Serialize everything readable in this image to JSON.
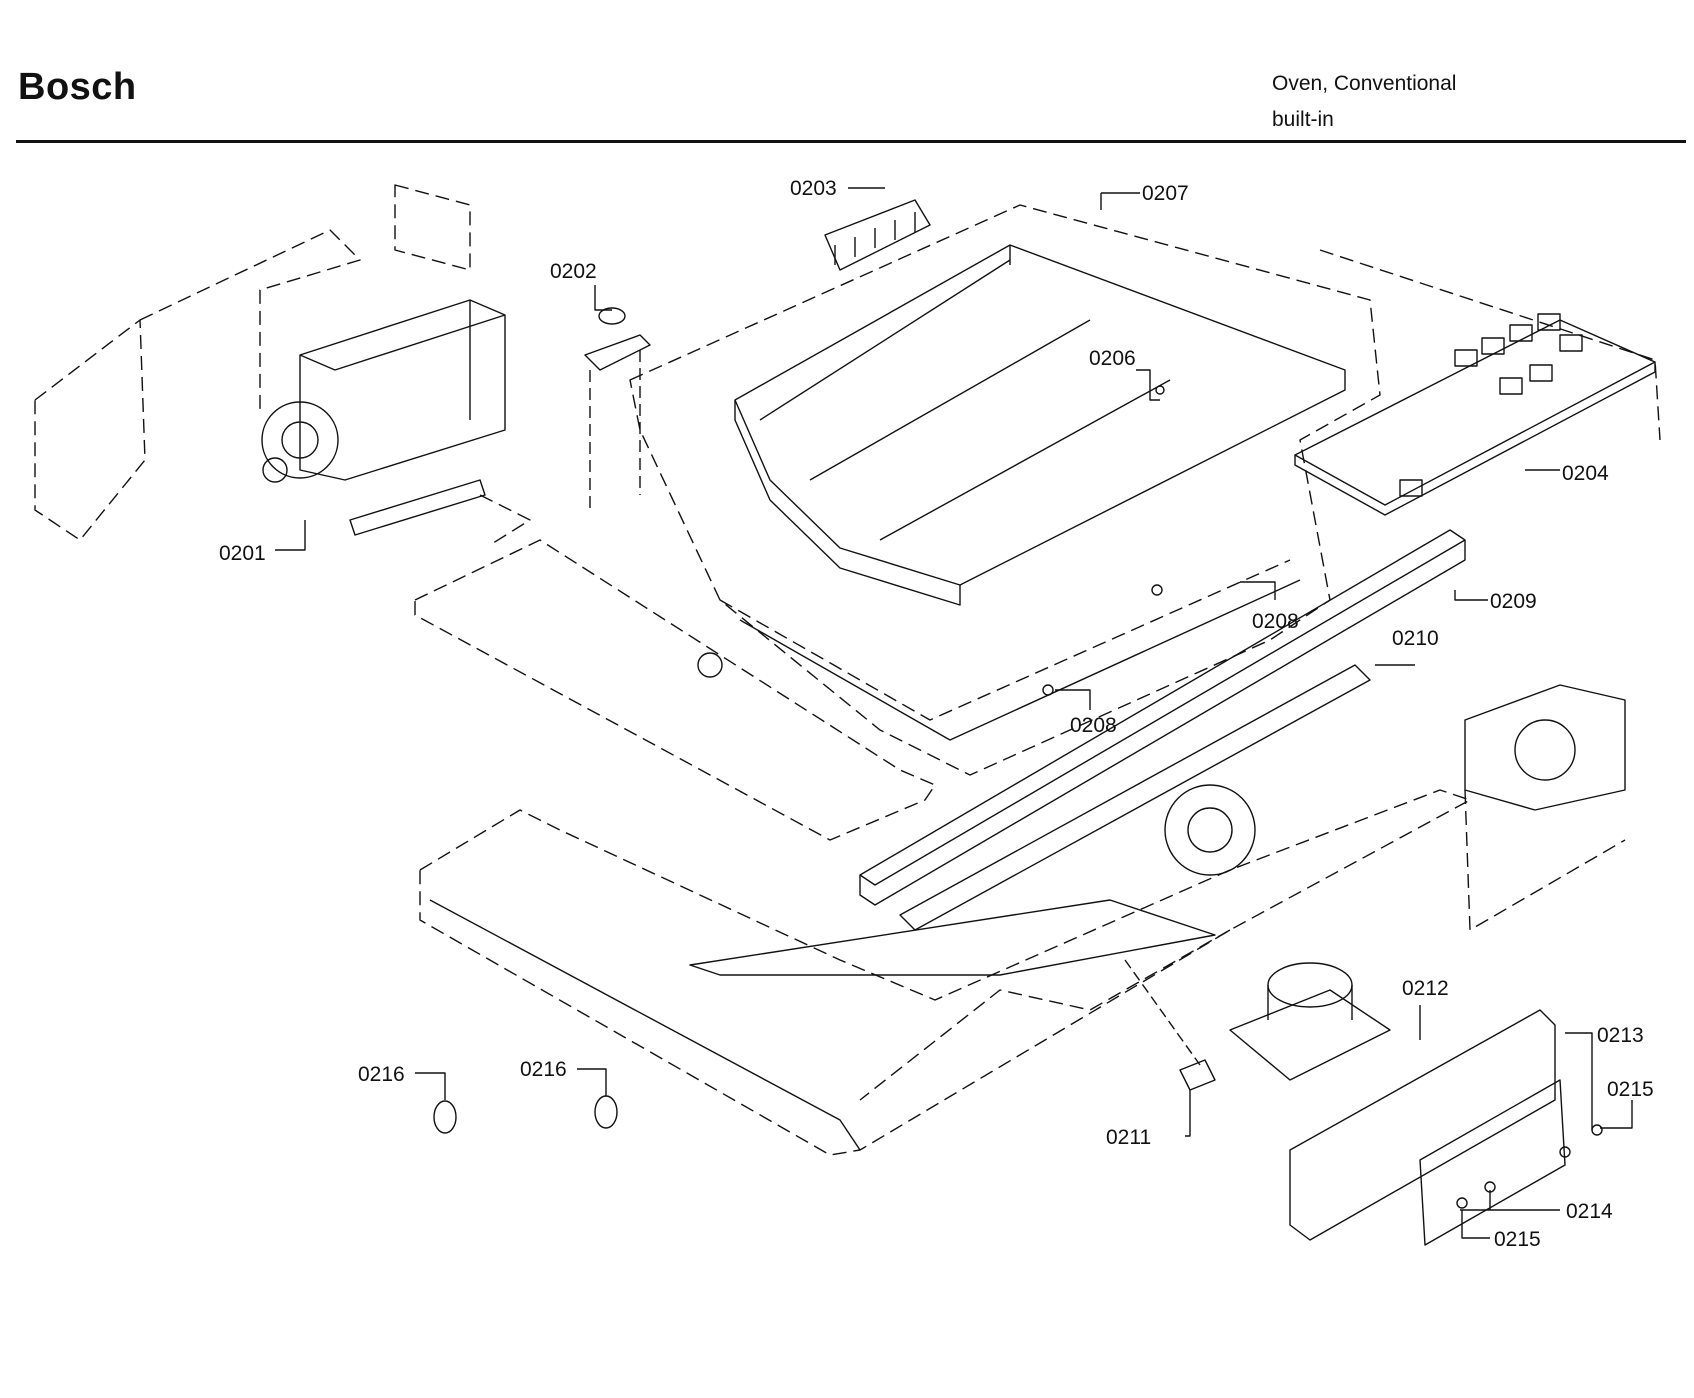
{
  "header": {
    "brand": "Bosch",
    "product_line1": "Oven, Conventional",
    "product_line2": "built-in"
  },
  "callouts": [
    {
      "id": "c0201",
      "label": "0201"
    },
    {
      "id": "c0202",
      "label": "0202"
    },
    {
      "id": "c0203",
      "label": "0203"
    },
    {
      "id": "c0204",
      "label": "0204"
    },
    {
      "id": "c0206",
      "label": "0206"
    },
    {
      "id": "c0207",
      "label": "0207"
    },
    {
      "id": "c0208a",
      "label": "0208"
    },
    {
      "id": "c0208b",
      "label": "0208"
    },
    {
      "id": "c0209",
      "label": "0209"
    },
    {
      "id": "c0210",
      "label": "0210"
    },
    {
      "id": "c0211",
      "label": "0211"
    },
    {
      "id": "c0212",
      "label": "0212"
    },
    {
      "id": "c0213",
      "label": "0213"
    },
    {
      "id": "c0214",
      "label": "0214"
    },
    {
      "id": "c0215a",
      "label": "0215"
    },
    {
      "id": "c0215b",
      "label": "0215"
    },
    {
      "id": "c0216a",
      "label": "0216"
    },
    {
      "id": "c0216b",
      "label": "0216"
    }
  ]
}
